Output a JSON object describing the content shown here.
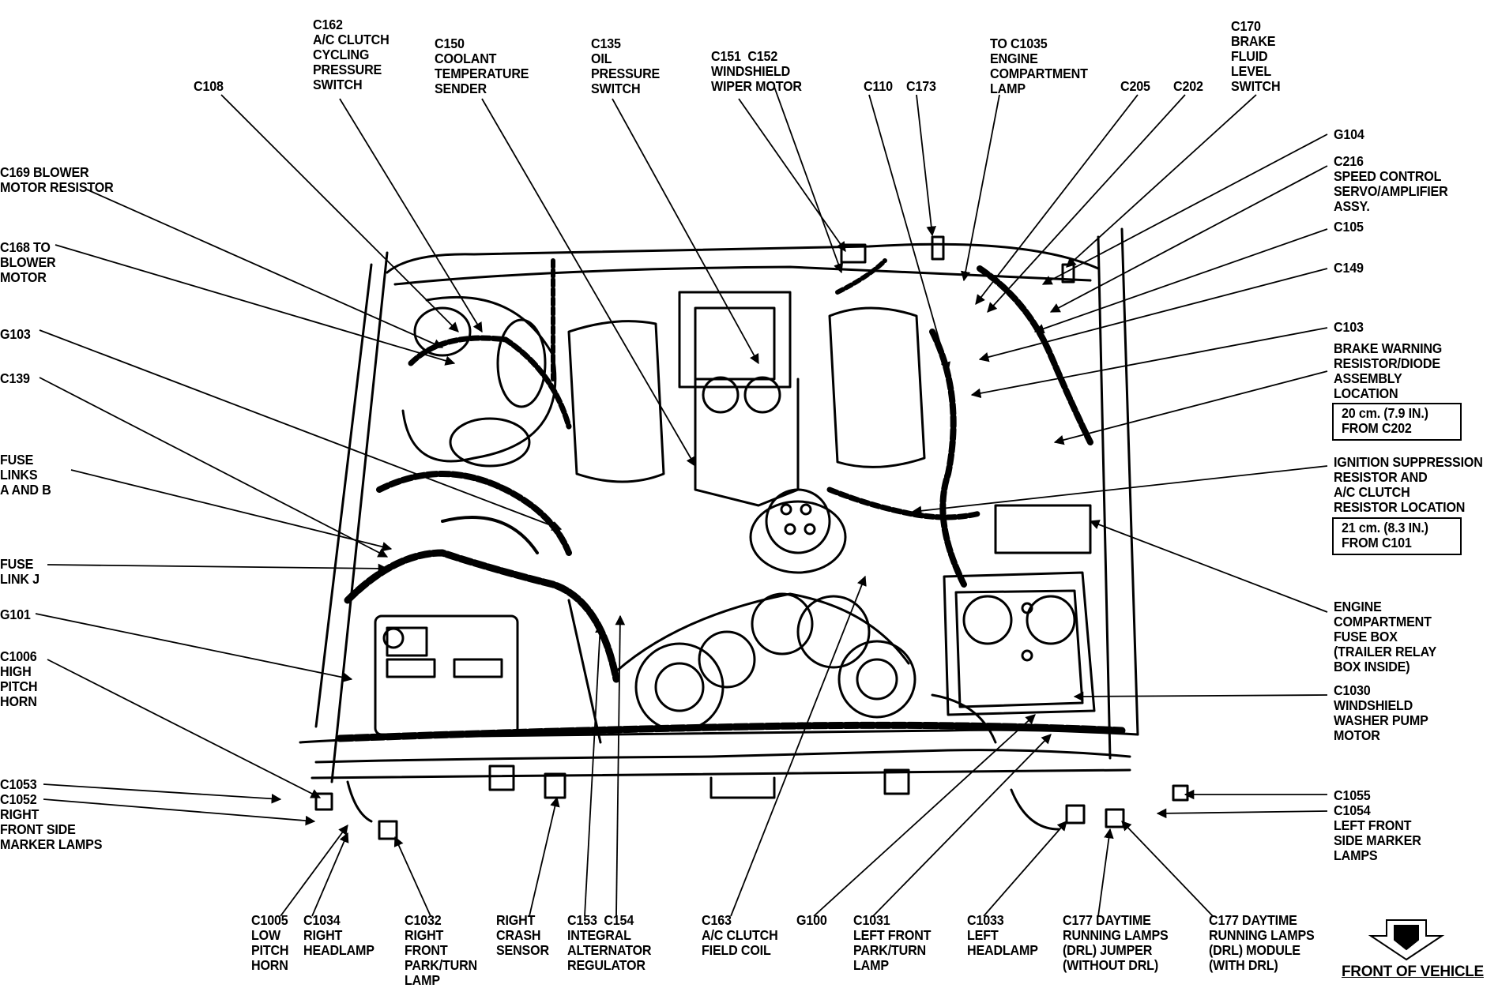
{
  "labels": {
    "c108": "C108",
    "c162": "C162\nA/C CLUTCH\nCYCLING\nPRESSURE\nSWITCH",
    "c150": "C150\nCOOLANT\nTEMPERATURE\nSENDER",
    "c135": "C135\nOIL\nPRESSURE\nSWITCH",
    "c151": "C151  C152\nWINDSHIELD\nWIPER MOTOR",
    "c110": "C110",
    "c173": "C173",
    "c1035": "TO C1035\nENGINE\nCOMPARTMENT\nLAMP",
    "c205": "C205",
    "c202": "C202",
    "c170": "C170\nBRAKE\nFLUID\nLEVEL\nSWITCH",
    "c169": "C169 BLOWER\nMOTOR RESISTOR",
    "c168": "C168 TO\nBLOWER\nMOTOR",
    "g103": "G103",
    "c139": "C139",
    "fuse_ab": "FUSE\nLINKS\nA AND B",
    "fuse_j": "FUSE\nLINK J",
    "g101": "G101",
    "c1006": "C1006\nHIGH\nPITCH\nHORN",
    "c1053": "C1053\nC1052\nRIGHT\nFRONT SIDE\nMARKER LAMPS",
    "g104": "G104",
    "c216": "C216\nSPEED CONTROL\nSERVO/AMPLIFIER\nASSY.",
    "c105": "C105",
    "c149": "C149",
    "c103": "C103",
    "brake_warning": "BRAKE WARNING\nRESISTOR/DIODE\nASSEMBLY\nLOCATION",
    "box1": "20 cm. (7.9 IN.)\nFROM C202",
    "ignition": "IGNITION SUPPRESSION\nRESISTOR AND\nA/C CLUTCH\nRESISTOR LOCATION",
    "box2": "21 cm. (8.3 IN.)\nFROM C101",
    "fuse_box": "ENGINE\nCOMPARTMENT\nFUSE BOX\n(TRAILER RELAY\nBOX INSIDE)",
    "c1030": "C1030\nWINDSHIELD\nWASHER PUMP\nMOTOR",
    "c1055": "C1055\nC1054\nLEFT FRONT\nSIDE MARKER\nLAMPS",
    "c1005": "C1005\nLOW\nPITCH\nHORN",
    "c1034": "C1034\nRIGHT\nHEADLAMP",
    "c1032": "C1032\nRIGHT\nFRONT\nPARK/TURN\nLAMP",
    "crash": "RIGHT\nCRASH\nSENSOR",
    "c153": "C153  C154\nINTEGRAL\nALTERNATOR\nREGULATOR",
    "c163": "C163\nA/C CLUTCH\nFIELD COIL",
    "g100": "G100",
    "c1031": "C1031\nLEFT FRONT\nPARK/TURN\nLAMP",
    "c1033": "C1033\nLEFT\nHEADLAMP",
    "c177a": "C177 DAYTIME\nRUNNING LAMPS\n(DRL) JUMPER\n(WITHOUT DRL)",
    "c177b": "C177 DAYTIME\nRUNNING LAMPS\n(DRL) MODULE\n(WITH DRL)",
    "front": "FRONT OF VEHICLE"
  }
}
